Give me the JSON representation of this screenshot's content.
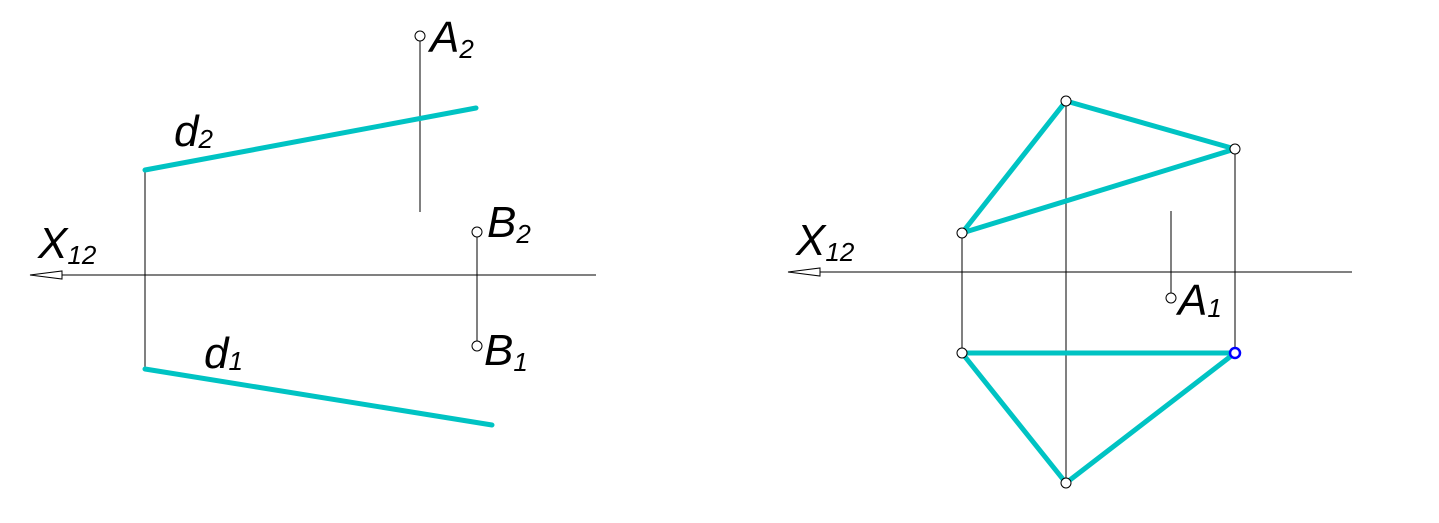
{
  "colors": {
    "line": "#00c3c3",
    "highlight": "#0000ff"
  },
  "left_view": {
    "axis_label": {
      "main": "X",
      "sub": "12"
    },
    "labels": {
      "A2": {
        "main": "A",
        "sub": "2"
      },
      "B2": {
        "main": "B",
        "sub": "2"
      },
      "B1": {
        "main": "B",
        "sub": "1"
      },
      "d2": {
        "main": "d",
        "sub": "2"
      },
      "d1": {
        "main": "d",
        "sub": "1"
      }
    }
  },
  "right_view": {
    "axis_label": {
      "main": "X",
      "sub": "12"
    },
    "labels": {
      "A1": {
        "main": "A",
        "sub": "1"
      }
    }
  }
}
